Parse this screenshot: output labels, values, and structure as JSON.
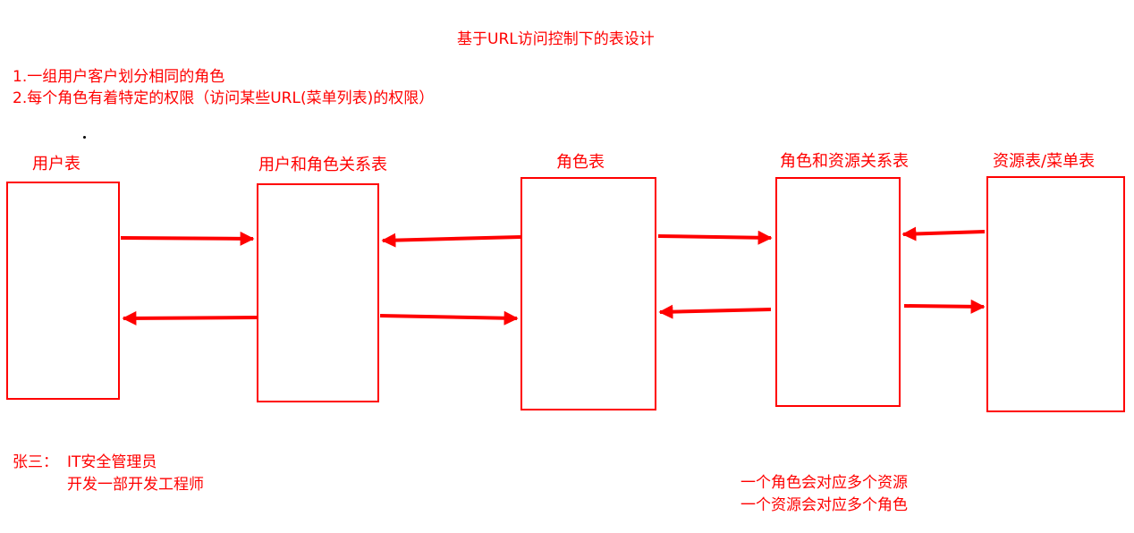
{
  "title": "基于URL访问控制下的表设计",
  "notes": [
    "1.一组用户客户划分相同的角色",
    "2.每个角色有着特定的权限（访问某些URL(菜单列表)的权限）"
  ],
  "tables": [
    {
      "label": "用户表"
    },
    {
      "label": "用户和角色关系表"
    },
    {
      "label": "角色表"
    },
    {
      "label": "角色和资源关系表"
    },
    {
      "label": "资源表/菜单表"
    }
  ],
  "example": {
    "name_label": "张三：",
    "line1": "IT安全管理员",
    "line2": "开发一部开发工程师"
  },
  "relations": [
    "一个角色会对应多个资源",
    "一个资源会对应多个角色"
  ],
  "colors": {
    "stroke": "#ff0000",
    "text": "#ff0000"
  }
}
